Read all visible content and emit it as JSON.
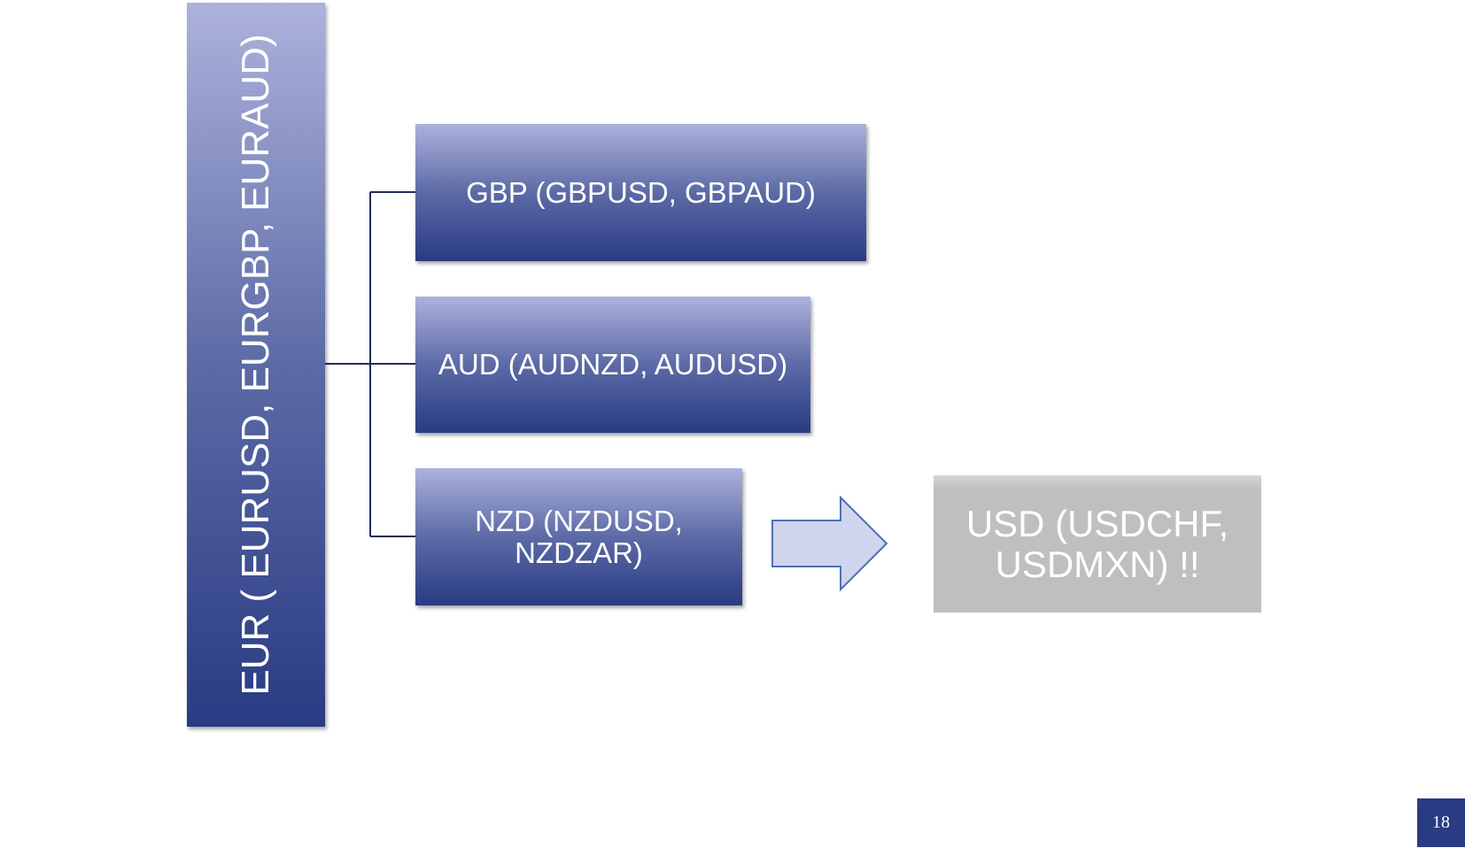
{
  "diagram": {
    "root": {
      "label": "EUR ( EURUSD, EURGBP, EURAUD)"
    },
    "children": [
      {
        "label": "GBP (GBPUSD, GBPAUD)"
      },
      {
        "label": "AUD (AUDNZD, AUDUSD)"
      },
      {
        "label": "NZD (NZDUSD, NZDZAR)"
      }
    ],
    "result": {
      "label": "USD (USDCHF, USDMXN) !!"
    },
    "colors": {
      "box_top": "#adb2dc",
      "box_bottom": "#293b83",
      "connector": "#1f2a5c",
      "arrow_fill": "#d0d5ee",
      "arrow_stroke": "#4f6fb0",
      "result_fill": "#bfbfbf"
    }
  },
  "footer": {
    "page_number": "18"
  }
}
